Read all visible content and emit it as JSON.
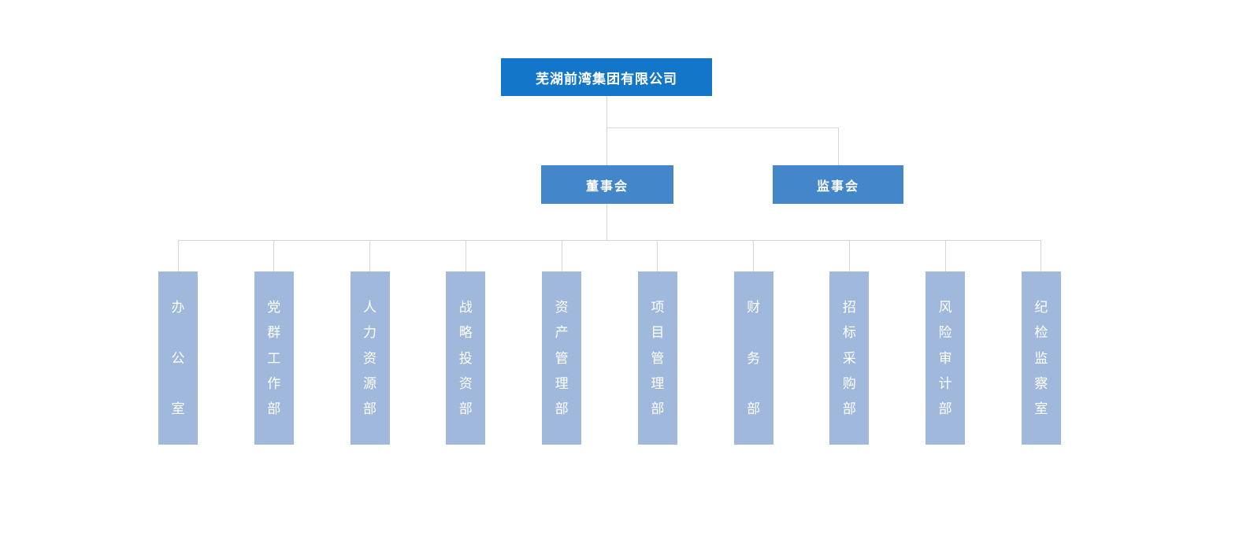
{
  "org_chart": {
    "root": {
      "label": "芜湖前湾集团有限公司"
    },
    "level2": [
      {
        "label": "董事会"
      },
      {
        "label": "监事会"
      }
    ],
    "departments": [
      {
        "label": "办公室"
      },
      {
        "label": "党群工作部"
      },
      {
        "label": "人力资源部"
      },
      {
        "label": "战略投资部"
      },
      {
        "label": "资产管理部"
      },
      {
        "label": "项目管理部"
      },
      {
        "label": "财务部"
      },
      {
        "label": "招标采购部"
      },
      {
        "label": "风险审计部"
      },
      {
        "label": "纪检监察室"
      }
    ],
    "colors": {
      "root_box": "#1476c8",
      "level2_box": "#4486ca",
      "department_box": "#9fb8dc",
      "connector_line": "#d6d6d6"
    }
  }
}
